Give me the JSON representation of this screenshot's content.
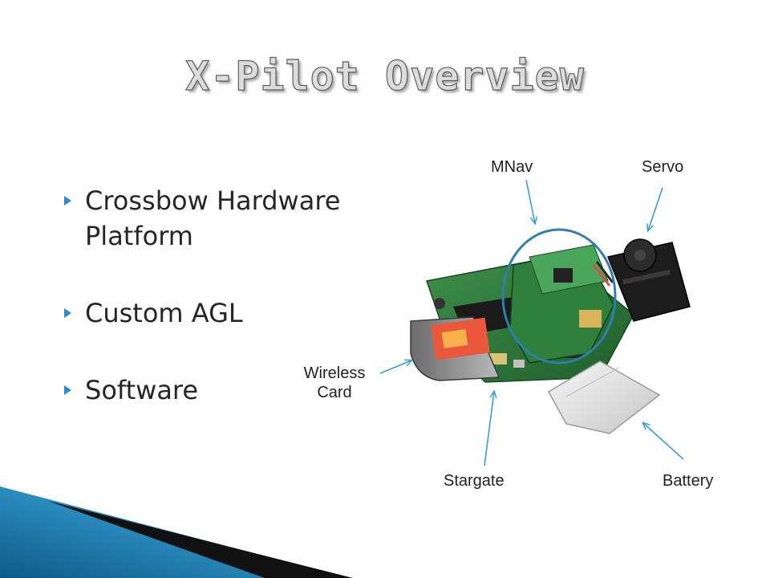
{
  "slide": {
    "title": "X-Pilot Overview",
    "bullets": [
      "Crossbow Hardware Platform",
      "Custom AGL",
      "Software"
    ],
    "callouts": {
      "mnav": "MNav",
      "servo": "Servo",
      "wireless_line1": "Wireless",
      "wireless_line2": "Card",
      "stargate": "Stargate",
      "battery": "Battery"
    }
  },
  "colors": {
    "bullet_accent": "#2a8dbf",
    "arrow": "#3a9fd0",
    "highlight_circle": "#2f7fae",
    "corner_dark": "#0f5a86",
    "corner_light": "#6fc0e6"
  }
}
